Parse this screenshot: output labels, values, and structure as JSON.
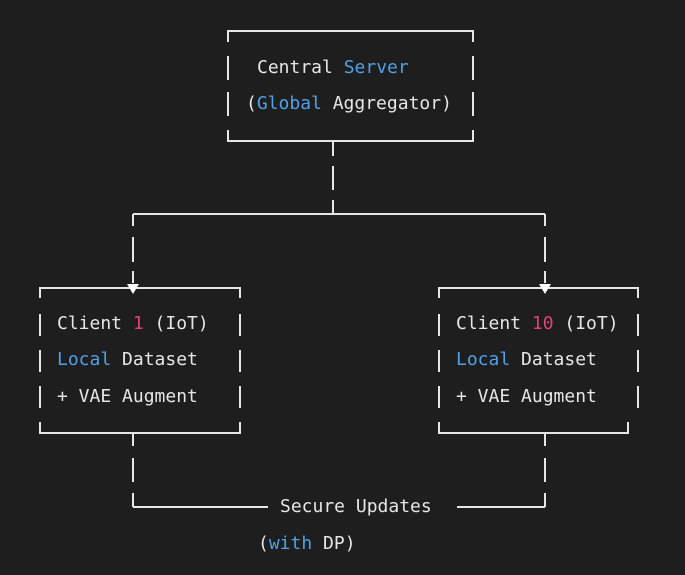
{
  "colors": {
    "background": "#1e1e1e",
    "text": "#e6e6e6",
    "keyword_blue": "#4ea1e8",
    "number_red": "#e0407a",
    "line": "#e6e6e6"
  },
  "server": {
    "line1_a": "Central ",
    "line1_b": "Server",
    "line2_a": "(",
    "line2_b": "Global",
    "line2_c": " Aggregator)"
  },
  "client_left": {
    "line1_a": "Client ",
    "line1_num": "1",
    "line1_c": " (IoT)",
    "line2_a": "Local",
    "line2_b": " Dataset",
    "line3": "+ VAE Augment"
  },
  "client_right": {
    "line1_a": "Client ",
    "line1_num": "10",
    "line1_c": " (IoT)",
    "line2_a": "Local",
    "line2_b": " Dataset",
    "line3": "+ VAE Augment"
  },
  "updates": {
    "label": "Secure Updates",
    "sub_a": "(",
    "sub_b": "with",
    "sub_c": " DP)"
  }
}
